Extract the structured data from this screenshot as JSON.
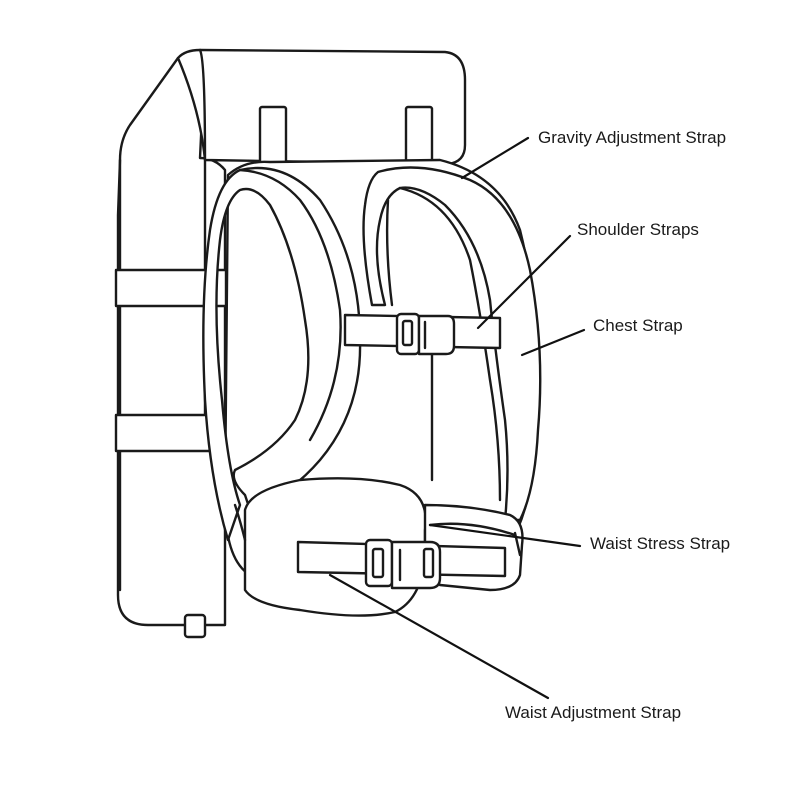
{
  "labels": {
    "gravity": "Gravity Adjustment Strap",
    "shoulder": "Shoulder Straps",
    "chest": "Chest Strap",
    "waist_stress": "Waist Stress Strap",
    "waist_adjust": "Waist Adjustment Strap"
  },
  "colors": {
    "line": "#1a1a1a",
    "background": "#ffffff"
  }
}
